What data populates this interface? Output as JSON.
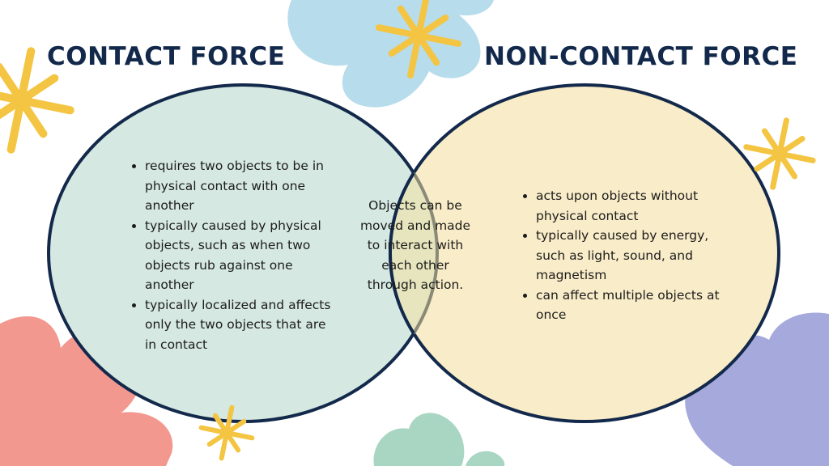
{
  "colors": {
    "outline": "#13294b",
    "left_fill": "#d5e8e1",
    "right_fill": "#f9ecc8",
    "overlap_fill": "#e6e5bd",
    "overlap_outline": "#8a8a78",
    "star_yellow": "#f4c542",
    "blob_blue": "#b7dcec",
    "blob_coral": "#f3988f",
    "blob_green": "#a8d6c2",
    "blob_purple": "#a5a9dc"
  },
  "left": {
    "title": "CONTACT FORCE",
    "items": [
      "requires two objects to be in physical contact with one another",
      "typically caused by physical objects, such as when two objects rub against one another",
      "typically localized and affects only the two objects that are in contact"
    ]
  },
  "right": {
    "title": "NON-CONTACT FORCE",
    "items": [
      "acts upon objects without physical contact",
      "typically caused by energy, such as light, sound, and magnetism",
      "can affect multiple objects at once"
    ]
  },
  "overlap": {
    "text": "Objects can be moved and made to interact with each other through action."
  }
}
